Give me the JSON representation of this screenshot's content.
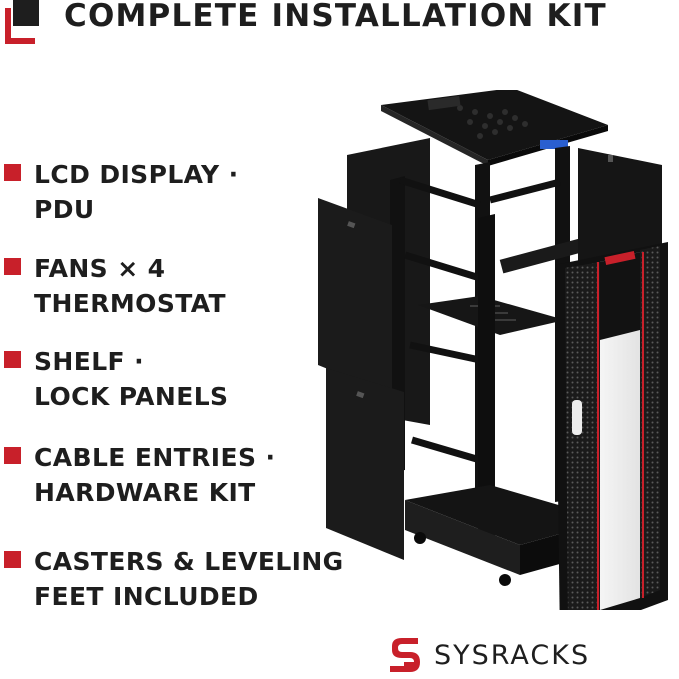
{
  "header": {
    "title": "COMPLETE INSTALLATION KIT"
  },
  "features": [
    {
      "line1": "LCD DISPLAY ·",
      "line2": "PDU"
    },
    {
      "line1": "FANS × 4",
      "line2": "THERMOSTAT"
    },
    {
      "line1": "SHELF ·",
      "line2": "LOCK PANELS"
    },
    {
      "line1": "CABLE ENTRIES ·",
      "line2": "HARDWARE KIT"
    },
    {
      "line1": "CASTERS & LEVELING",
      "line2": "FEET INCLUDED"
    }
  ],
  "brand": {
    "name": "SYSRACKS"
  },
  "colors": {
    "accent_red": "#c8202a",
    "text_dark": "#1e1e1e",
    "rack_black": "#141414"
  },
  "icons": {
    "header": "corner-bracket-logo-icon",
    "bullet": "red-square-bullet-icon",
    "brand": "sysracks-logo-icon"
  }
}
